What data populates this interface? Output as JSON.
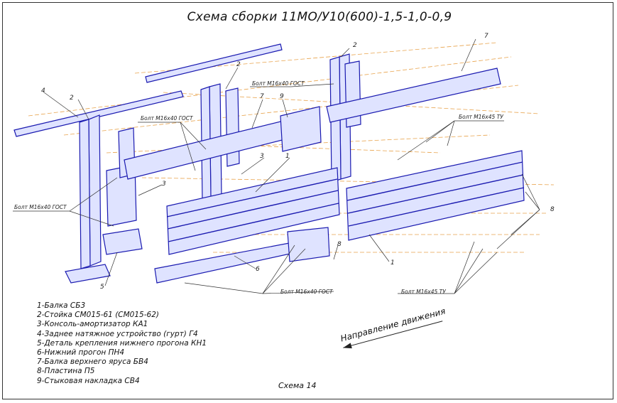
{
  "title": "Схема сборки 11МО/У10(600)-1,5-1,0-0,9",
  "legend": [
    "1-Балка СБ3",
    "2-Стойка СМ015-61 (СМ015-62)",
    "3-Консоль-амортизатор КА1",
    "4-Заднее натяжное устройство (гурт) Г4",
    "5-Деталь крепления нижнего прогона КН1",
    "6-Нижний прогон ПН4",
    "7-Балка верхнего яруса БВ4",
    "8-Пластина П5",
    "9-Стыковая накладка СВ4"
  ],
  "direction_label": "Направление движения",
  "schema_number": "Схема 14",
  "callouts": {
    "n1": "1",
    "n2": "2",
    "n3": "3",
    "n4": "4",
    "n5": "5",
    "n6": "6",
    "n7": "7",
    "n8": "8",
    "n9": "9",
    "bolt_m16x40_gost": "Болт М16х40 ГОСТ",
    "bolt_m16x45_tu": "Болт М16х45 ТУ"
  },
  "colors": {
    "part_outline": "#1a1ab0",
    "bolt_axis": "#e8a34c"
  }
}
